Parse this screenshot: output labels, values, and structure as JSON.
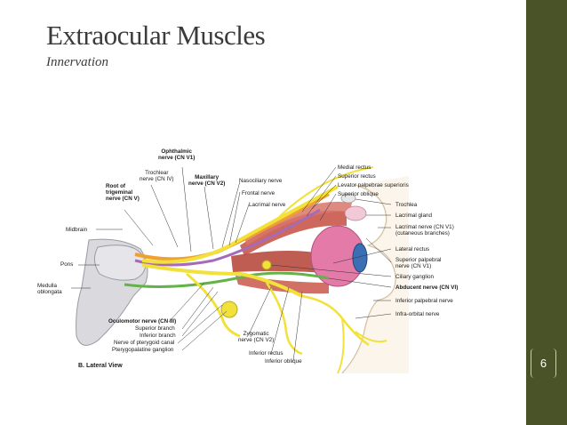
{
  "slide": {
    "title": "Extraocular Muscles",
    "subtitle": "Innervation",
    "slide_number": "6"
  },
  "figure": {
    "caption": "B. Lateral View",
    "labels": {
      "ophthalmic_1": "Ophthalmic",
      "ophthalmic_2": "nerve (CN V1)",
      "trochlear_nerve_1": "Trochlear",
      "trochlear_nerve_2": "nerve (CN IV)",
      "maxillary_1": "Maxillary",
      "maxillary_2": "nerve (CN V2)",
      "root_trigeminal_1": "Root of",
      "root_trigeminal_2": "trigeminal",
      "root_trigeminal_3": "nerve (CN V)",
      "nasociliary": "Nasociliary nerve",
      "frontal": "Frontal nerve",
      "lacrimal_nerve": "Lacrimal nerve",
      "midbrain": "Midbrain",
      "pons": "Pons",
      "medulla_1": "Medulla",
      "medulla_2": "oblongata",
      "medial_rectus": "Medial rectus",
      "superior_rectus": "Superior rectus",
      "levator": "Levator palpebrae superioris",
      "superior_oblique": "Superior oblique",
      "trochlea": "Trochlea",
      "lacrimal_gland": "Lacrimal gland",
      "lacrimal_cutaneous_1": "Lacrimal nerve (CN V1)",
      "lacrimal_cutaneous_2": "(cutaneous branches)",
      "lateral_rectus": "Lateral rectus",
      "superior_palpebral_1": "Superior palpebral",
      "superior_palpebral_2": "nerve (CN V1)",
      "ciliary_ganglion": "Ciliary ganglion",
      "abducent": "Abducent nerve (CN VI)",
      "inferior_palpebral": "Inferior palpebral nerve",
      "infraorbital": "Infra-orbital nerve",
      "oculomotor": "Oculomotor nerve (CN III)",
      "superior_branch": "Superior branch",
      "inferior_branch": "Inferior branch",
      "pterygoid_canal": "Nerve of pterygoid canal",
      "pterygopalatine": "Pterygopalatine ganglion",
      "zygomatic_1": "Zygomatic",
      "zygomatic_2": "nerve (CN V2)",
      "inferior_rectus": "Inferior rectus",
      "inferior_oblique": "Inferior oblique"
    }
  },
  "colors": {
    "sidebar": "#4a5328",
    "nerve_yellow": "#f2e13a",
    "nerve_orange": "#f0a030",
    "nerve_purple": "#a56bb8",
    "nerve_green": "#63b34a",
    "muscle_red": "#c9574a",
    "eyeball": "#e47aa8",
    "brainstem": "#d9d9de"
  }
}
